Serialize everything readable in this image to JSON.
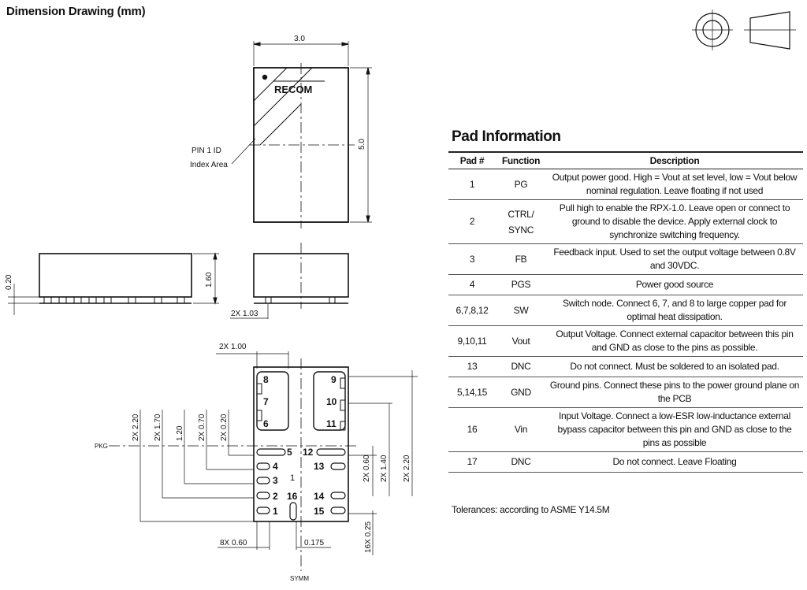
{
  "drawing": {
    "title": "Dimension Drawing (mm)",
    "logo_text": "RECOM",
    "pin1_label": [
      "PIN 1 ID",
      "Index Area"
    ],
    "dim_width": "3.0",
    "dim_height": "5.0",
    "dim_thickness": "1.60",
    "dim_standoff": "0.20",
    "dim_side_pad": "2X 1.03",
    "dim_top_pad": "2X 1.00",
    "dim_left_labels": [
      "2X 2.20",
      "2X 1.70",
      "1.20",
      "2X 0.70",
      "2X 0.20"
    ],
    "dim_right_labels": [
      "2X 0.60",
      "2X 1.40",
      "2X 2.20"
    ],
    "dim_bottom_left": "8X 0.60",
    "dim_bottom_mid": "0.175",
    "dim_bottom_right": "16X 0.25",
    "pkg_label": "PKG",
    "symm_label": "SYMM",
    "pad_numbers": [
      "8",
      "7",
      "6",
      "9",
      "10",
      "11",
      "5",
      "12",
      "4",
      "13",
      "3",
      "2",
      "16",
      "14",
      "1",
      "15"
    ]
  },
  "pad_info": {
    "title": "Pad Information",
    "headers": [
      "Pad #",
      "Function",
      "Description"
    ],
    "rows": [
      {
        "pad": "1",
        "func": "PG",
        "desc": "Output power good. High = Vout at set level, low = Vout below nominal regulation.  Leave floating if not used"
      },
      {
        "pad": "2",
        "func": "CTRL/ SYNC",
        "desc": "Pull high to enable the RPX-1.0. Leave open or connect to ground to disable the device.  Apply external clock to synchronize switching frequency."
      },
      {
        "pad": "3",
        "func": "FB",
        "desc": "Feedback input.  Used to set the output voltage between 0.8V and 30VDC."
      },
      {
        "pad": "4",
        "func": "PGS",
        "desc": "Power good source"
      },
      {
        "pad": "6,7,8,12",
        "func": "SW",
        "desc": "Switch node. Connect 6, 7, and 8 to large copper pad for optimal heat dissipation."
      },
      {
        "pad": "9,10,11",
        "func": "Vout",
        "desc": "Output Voltage.  Connect external capacitor between this pin and GND as close to the pins as possible."
      },
      {
        "pad": "13",
        "func": "DNC",
        "desc": "Do not connect. Must be soldered to an isolated pad."
      },
      {
        "pad": "5,14,15",
        "func": "GND",
        "desc": "Ground pins. Connect these pins to the power ground plane on the PCB"
      },
      {
        "pad": "16",
        "func": "Vin",
        "desc": "Input Voltage.  Connect a low-ESR low-inductance external bypass capacitor between this pin and GND as close to the pins as possible"
      },
      {
        "pad": "17",
        "func": "DNC",
        "desc": "Do not connect. Leave Floating"
      }
    ],
    "tolerances": "Tolerances: according to ASME Y14.5M"
  }
}
